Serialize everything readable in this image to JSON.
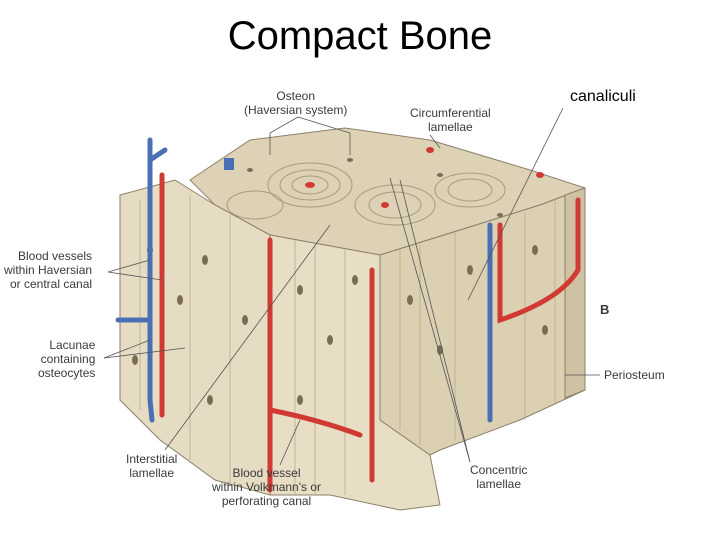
{
  "title": "Compact Bone",
  "annotation": "canaliculi",
  "figure_letter": "B",
  "labels": {
    "osteon": [
      "Osteon",
      "(Haversian system)"
    ],
    "circumferential": [
      "Circumferential",
      "lamellae"
    ],
    "blood_vessels_haversian": [
      "Blood vessels",
      "within Haversian",
      "or central canal"
    ],
    "lacunae": [
      "Lacunae",
      "containing",
      "osteocytes"
    ],
    "periosteum": [
      "Periosteum"
    ],
    "interstitial": [
      "Interstitial",
      "lamellae"
    ],
    "volkmann": [
      "Blood vessel",
      "within Volkmann's or",
      "perforating canal"
    ],
    "concentric": [
      "Concentric",
      "lamellae"
    ]
  },
  "colors": {
    "bone": "#e6dcc3",
    "bone_dark": "#cfc2a3",
    "artery": "#d03a32",
    "vein": "#4a6fb5",
    "leader": "#555555"
  }
}
